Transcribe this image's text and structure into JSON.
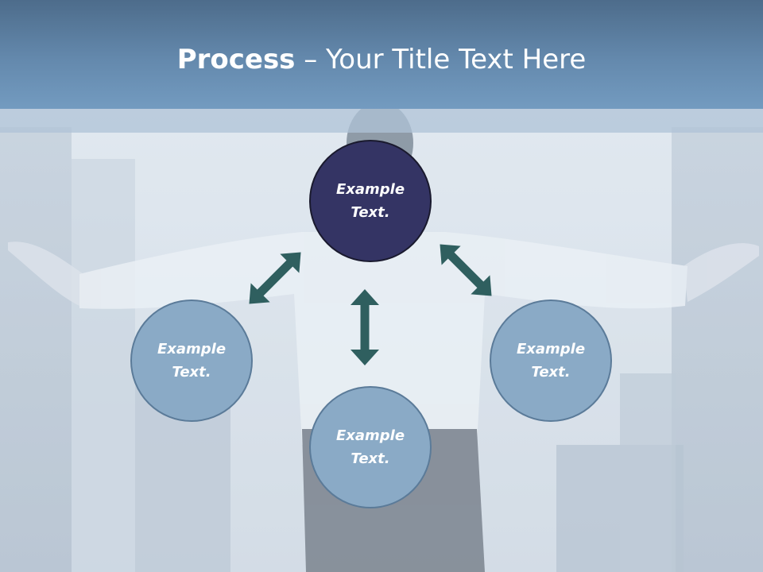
{
  "title": {
    "bold": "Process",
    "rest": " – Your Title Text Here"
  },
  "colors": {
    "title_bar": "#6489ad",
    "primary_node": "#343464",
    "secondary_node": "#8aaac6",
    "arrow": "#2f5f5f"
  },
  "nodes": {
    "top": "Example Text.",
    "left": "Example Text.",
    "bottom": "Example Text.",
    "right": "Example Text."
  }
}
